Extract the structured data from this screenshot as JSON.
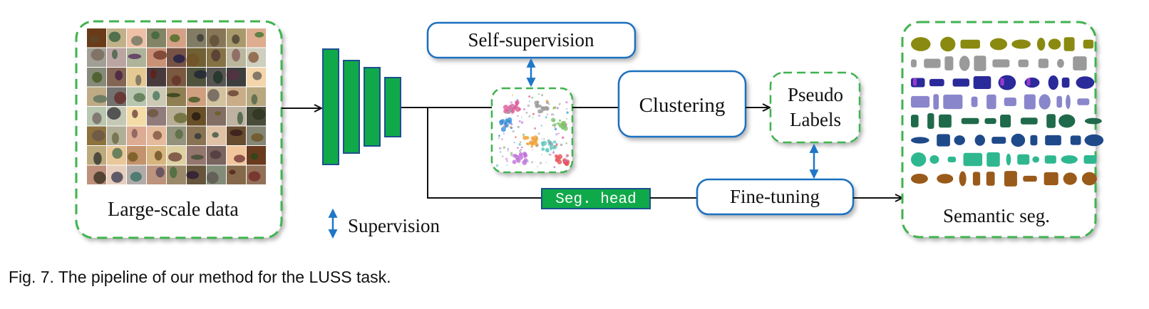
{
  "diagram": {
    "input_label": "Large-scale data",
    "self_supervision_label": "Self-supervision",
    "clustering_label": "Clustering",
    "pseudo_labels_line1": "Pseudo",
    "pseudo_labels_line2": "Labels",
    "seg_head_label": "Seg. head",
    "fine_tuning_label": "Fine-tuning",
    "output_label": "Semantic seg.",
    "legend_label": "Supervision"
  },
  "caption": "Fig. 7. The pipeline of our method for the LUSS task.",
  "colors": {
    "green_fill": "#10a94a",
    "dashed_green": "#3fb34f",
    "box_blue": "#1a6fbf",
    "arrow_blue": "#1f77c8",
    "line": "#111111"
  },
  "icons": [
    "image-mosaic",
    "encoder-network",
    "feature-cluster-plot",
    "segmentation-masks-grid",
    "double-arrow-icon"
  ]
}
